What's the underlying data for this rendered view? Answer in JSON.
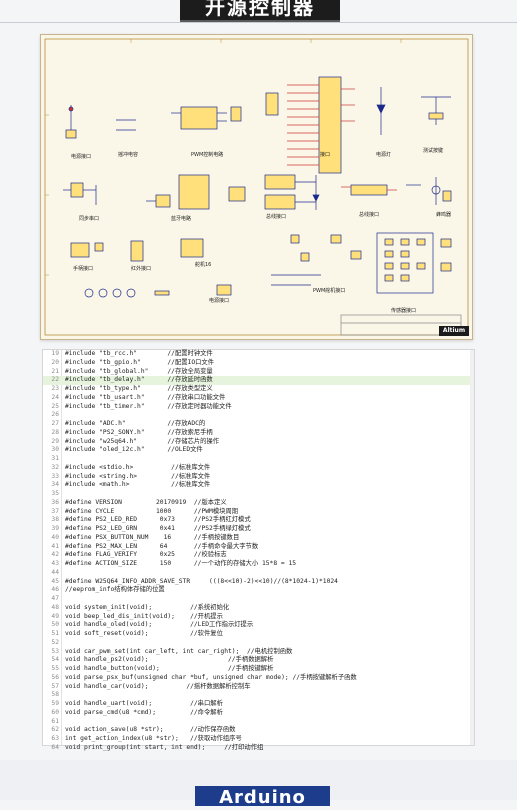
{
  "header": {
    "banner_title": "开源控制器"
  },
  "schematic": {
    "labels": {
      "power_port": "电源接口",
      "debug_power": "摇冲电容",
      "pwm_control": "PWM控制电路",
      "interface": "接口",
      "power_light": "电源灯",
      "test_button": "测试按键",
      "sync_serial": "同步串口",
      "bluetooth_power": "蓝牙电路",
      "bus_interface": "总线接口",
      "serial_interface": "总线接口",
      "buzzer": "蜂鸣器",
      "handle_interface": "手柄接口",
      "ir_interface": "红外接口",
      "servo_16": "舵机16",
      "power_supply": "电源接口",
      "pwm_port": "PWM舵机接口",
      "sensor_port": "传感器接口",
      "brand": "Altium"
    }
  },
  "code": {
    "highlight_line": 22,
    "lines": [
      {
        "n": "19",
        "t": "#include \"tb_rcc.h\"        //配置时钟文件"
      },
      {
        "n": "20",
        "t": "#include \"tb_gpio.h\"       //配置IO口文件"
      },
      {
        "n": "21",
        "t": "#include \"tb_global.h\"     //存放全局变量"
      },
      {
        "n": "22",
        "t": "#include \"tb_delay.h\"      //存放延时函数"
      },
      {
        "n": "23",
        "t": "#include \"tb_type.h\"       //存放类型定义"
      },
      {
        "n": "24",
        "t": "#include \"tb_usart.h\"      //存放串口功能文件"
      },
      {
        "n": "25",
        "t": "#include \"tb_timer.h\"      //存放定时器功能文件"
      },
      {
        "n": "26",
        "t": ""
      },
      {
        "n": "27",
        "t": "#include \"ADC.h\"           //存放ADC的"
      },
      {
        "n": "28",
        "t": "#include \"PS2_SONY.h\"      //存放索尼手柄"
      },
      {
        "n": "29",
        "t": "#include \"w25q64.h\"        //存储芯片的操作"
      },
      {
        "n": "30",
        "t": "#include \"oled_i2c.h\"      //OLED文件"
      },
      {
        "n": "31",
        "t": ""
      },
      {
        "n": "32",
        "t": "#include <stdio.h>          //标准库文件"
      },
      {
        "n": "33",
        "t": "#include <string.h>         //标准库文件"
      },
      {
        "n": "34",
        "t": "#include <math.h>           //标准库文件"
      },
      {
        "n": "35",
        "t": ""
      },
      {
        "n": "36",
        "t": "#define VERSION         20170919  //版本定义"
      },
      {
        "n": "37",
        "t": "#define CYCLE           1000      //PWM模块周期"
      },
      {
        "n": "38",
        "t": "#define PS2_LED_RED      0x73     //PS2手柄红灯模式"
      },
      {
        "n": "39",
        "t": "#define PS2_LED_GRN      0x41     //PS2手柄绿灯模式"
      },
      {
        "n": "40",
        "t": "#define PSX_BUTTON_NUM    16      //手柄按键数目"
      },
      {
        "n": "41",
        "t": "#define PS2_MAX_LEN      64       //手柄命令最大字节数"
      },
      {
        "n": "42",
        "t": "#define FLAG_VERIFY      0x25     //校验标志"
      },
      {
        "n": "43",
        "t": "#define ACTION_SIZE      150      //一个动作的存储大小 15*8 = 15"
      },
      {
        "n": "44",
        "t": ""
      },
      {
        "n": "45",
        "t": "#define W25Q64_INFO_ADDR_SAVE_STR     (((8<<10)-2)<<10)//(8*1024-1)*1024"
      },
      {
        "n": "46",
        "t": "//eeprom_info结构体存储的位置"
      },
      {
        "n": "47",
        "t": ""
      },
      {
        "n": "48",
        "t": "void system_init(void);          //系统初始化"
      },
      {
        "n": "49",
        "t": "void beep_led_dis_init(void);    //开机提示"
      },
      {
        "n": "50",
        "t": "void handle_oled(void);          //LED工作指示灯提示"
      },
      {
        "n": "51",
        "t": "void soft_reset(void);           //软件复位"
      },
      {
        "n": "52",
        "t": ""
      },
      {
        "n": "53",
        "t": "void car_pwm_set(int car_left, int car_right);  //电机控制函数"
      },
      {
        "n": "54",
        "t": "void handle_ps2(void);                     //手柄数据解析"
      },
      {
        "n": "55",
        "t": "void handle_button(void);                  //手柄按键解析"
      },
      {
        "n": "56",
        "t": "void parse_psx_buf(unsigned char *buf, unsigned char mode); //手柄按键解析子函数"
      },
      {
        "n": "57",
        "t": "void handle_car(void);          //摇杆数据解析控制车"
      },
      {
        "n": "58",
        "t": ""
      },
      {
        "n": "59",
        "t": "void handle_uart(void);          //串口解析"
      },
      {
        "n": "60",
        "t": "void parse_cmd(u8 *cmd);         //命令解析"
      },
      {
        "n": "61",
        "t": ""
      },
      {
        "n": "62",
        "t": "void action_save(u8 *str);       //动作保存函数"
      },
      {
        "n": "63",
        "t": "int get_action_index(u8 *str);   //获取动作组序号"
      },
      {
        "n": "64",
        "t": "void print_group(int start, int end);     //打印动作组"
      }
    ]
  },
  "footer": {
    "banner_title": "Arduino"
  }
}
